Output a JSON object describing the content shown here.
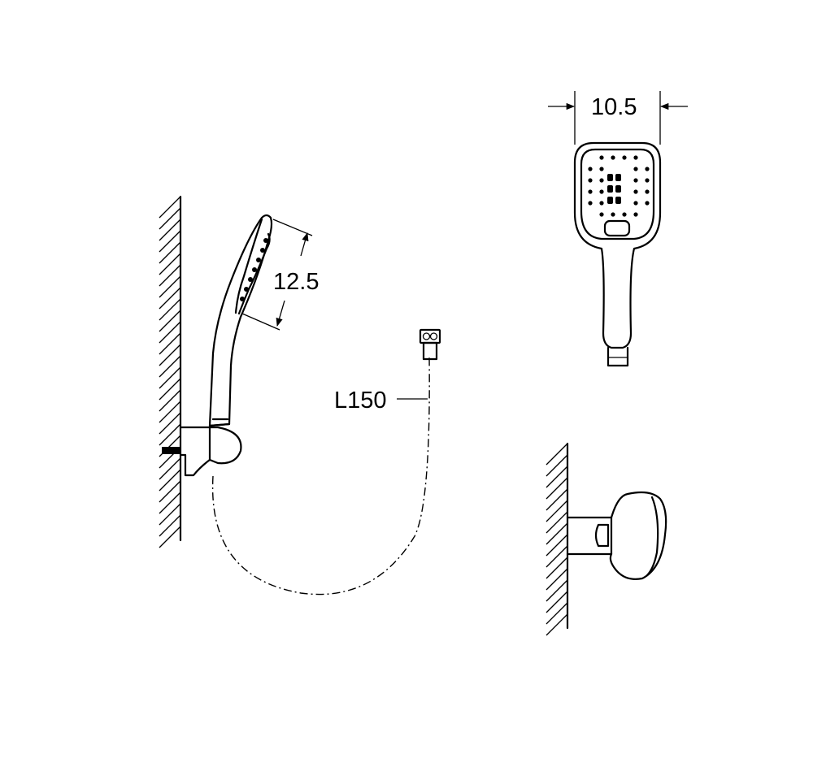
{
  "dimensions": {
    "head_length": "12.5",
    "head_width": "10.5",
    "hose_length": "L150"
  },
  "colors": {
    "line": "#000000",
    "background": "#ffffff"
  }
}
